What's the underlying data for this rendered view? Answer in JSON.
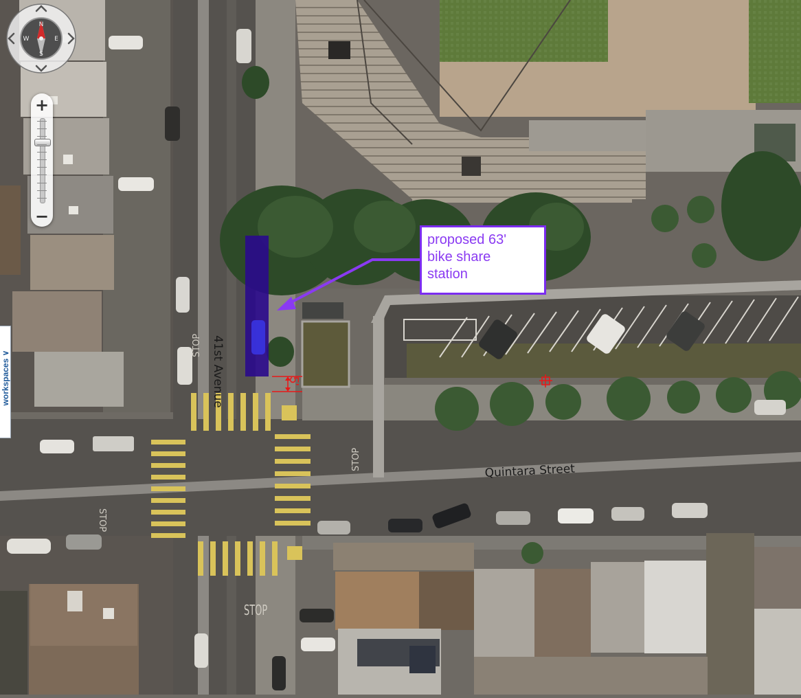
{
  "map": {
    "streets": {
      "avenue": "41st Avenue",
      "street": "Quintara Street"
    },
    "pavement_markings": [
      "STOP",
      "STOP",
      "STOP",
      "STOP"
    ],
    "callout": {
      "lines": [
        "proposed 63'",
        "bike share",
        "station"
      ],
      "border_color": "#7b2cf0",
      "text_color": "#8a3af2"
    },
    "dimension_label": "5'",
    "dimension_color": "#e81818",
    "station_color": "#2a0a8c"
  },
  "controls": {
    "workspaces_label": "workspaces",
    "workspaces_chevron": "chevron-down-icon",
    "compass_letters": [
      "N",
      "E",
      "S",
      "W"
    ],
    "zoom_in_label": "+",
    "zoom_out_label": "−",
    "zoom_level": 0.28
  }
}
